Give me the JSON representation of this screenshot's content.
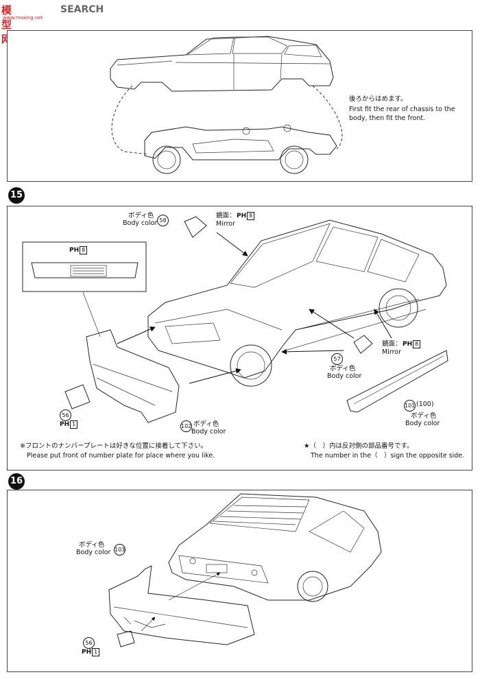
{
  "logo": {
    "wordmark": "模型网",
    "tagline": "SEARCH",
    "url": "www.moxing.net"
  },
  "step0": {
    "note_jp": "後ろからはめます。",
    "note_en_1": "First fit the rear of chassis to the",
    "note_en_2": "body, then fit the front."
  },
  "step15": {
    "number": "15",
    "body_color_jp": "ボディ色",
    "body_color_en": "Body color",
    "mirror_jp": "鏡面：",
    "mirror_en": "Mirror",
    "ph_letters": "PH",
    "part_58": "58",
    "part_57": "57",
    "part_56": "56",
    "part_102": "102",
    "part_101": "101",
    "part_100": "100",
    "ph_8": "8",
    "ph_1": "1",
    "note_left_jp": "※フロントのナンバープレートは好きな位置に接着して下さい。",
    "note_left_en": "Please put front of number plate for place where you like.",
    "note_right_jp": "★（　）内は反対側の部品番号です。",
    "note_right_en": "The number in the（　）sign the opposite side."
  },
  "step16": {
    "number": "16",
    "body_color_jp": "ボディ色",
    "body_color_en": "Body color",
    "part_103": "103",
    "part_56": "56",
    "ph_letters": "PH",
    "ph_1": "1"
  }
}
